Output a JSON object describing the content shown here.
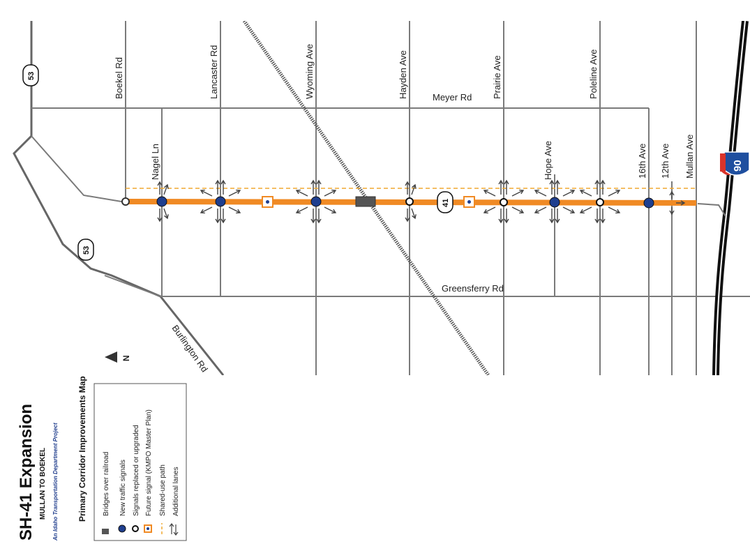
{
  "title": {
    "main": "SH-41 Expansion",
    "sub": "MULLAN TO BOEKEL",
    "agency": "An Idaho Transportation Department Project"
  },
  "map_title": "Primary Corridor Improvements Map",
  "north_label": "N",
  "colors": {
    "corridor": "#f08a24",
    "new_signal": "#1f3f8f",
    "bridge": "#555555",
    "shared_path": "#f0a830",
    "interstate_shield": "#1f4f9f",
    "interstate_cap": "#d9342b"
  },
  "shields": {
    "sh53_top": "53",
    "sh53_bottom": "53",
    "sh41": "41",
    "i90": "90"
  },
  "streets": {
    "boekel": "Boekel Rd",
    "nagel": "Nagel Ln",
    "lancaster": "Lancaster Rd",
    "wyoming": "Wyoming Ave",
    "hayden": "Hayden  Ave",
    "prairie": "Prairie Ave",
    "hope": "Hope Ave",
    "poleline": "Poleline Ave",
    "sixteenth": "16th Ave",
    "twelfth": "12th Ave",
    "mullan": "Mullan Ave",
    "meyer": "Meyer Rd",
    "greensferry": "Greensferry Rd",
    "burlington": "Burlington Rd"
  },
  "legend": {
    "bridges": "Bridges over railroad",
    "new_signals": "New traffic signals",
    "signals_upgraded": "Signals replaced or upgraded",
    "future_signal": "Future signal (KMPO Master Plan)",
    "shared_path": "Shared-use path",
    "additional_lanes": "Additional lanes"
  }
}
